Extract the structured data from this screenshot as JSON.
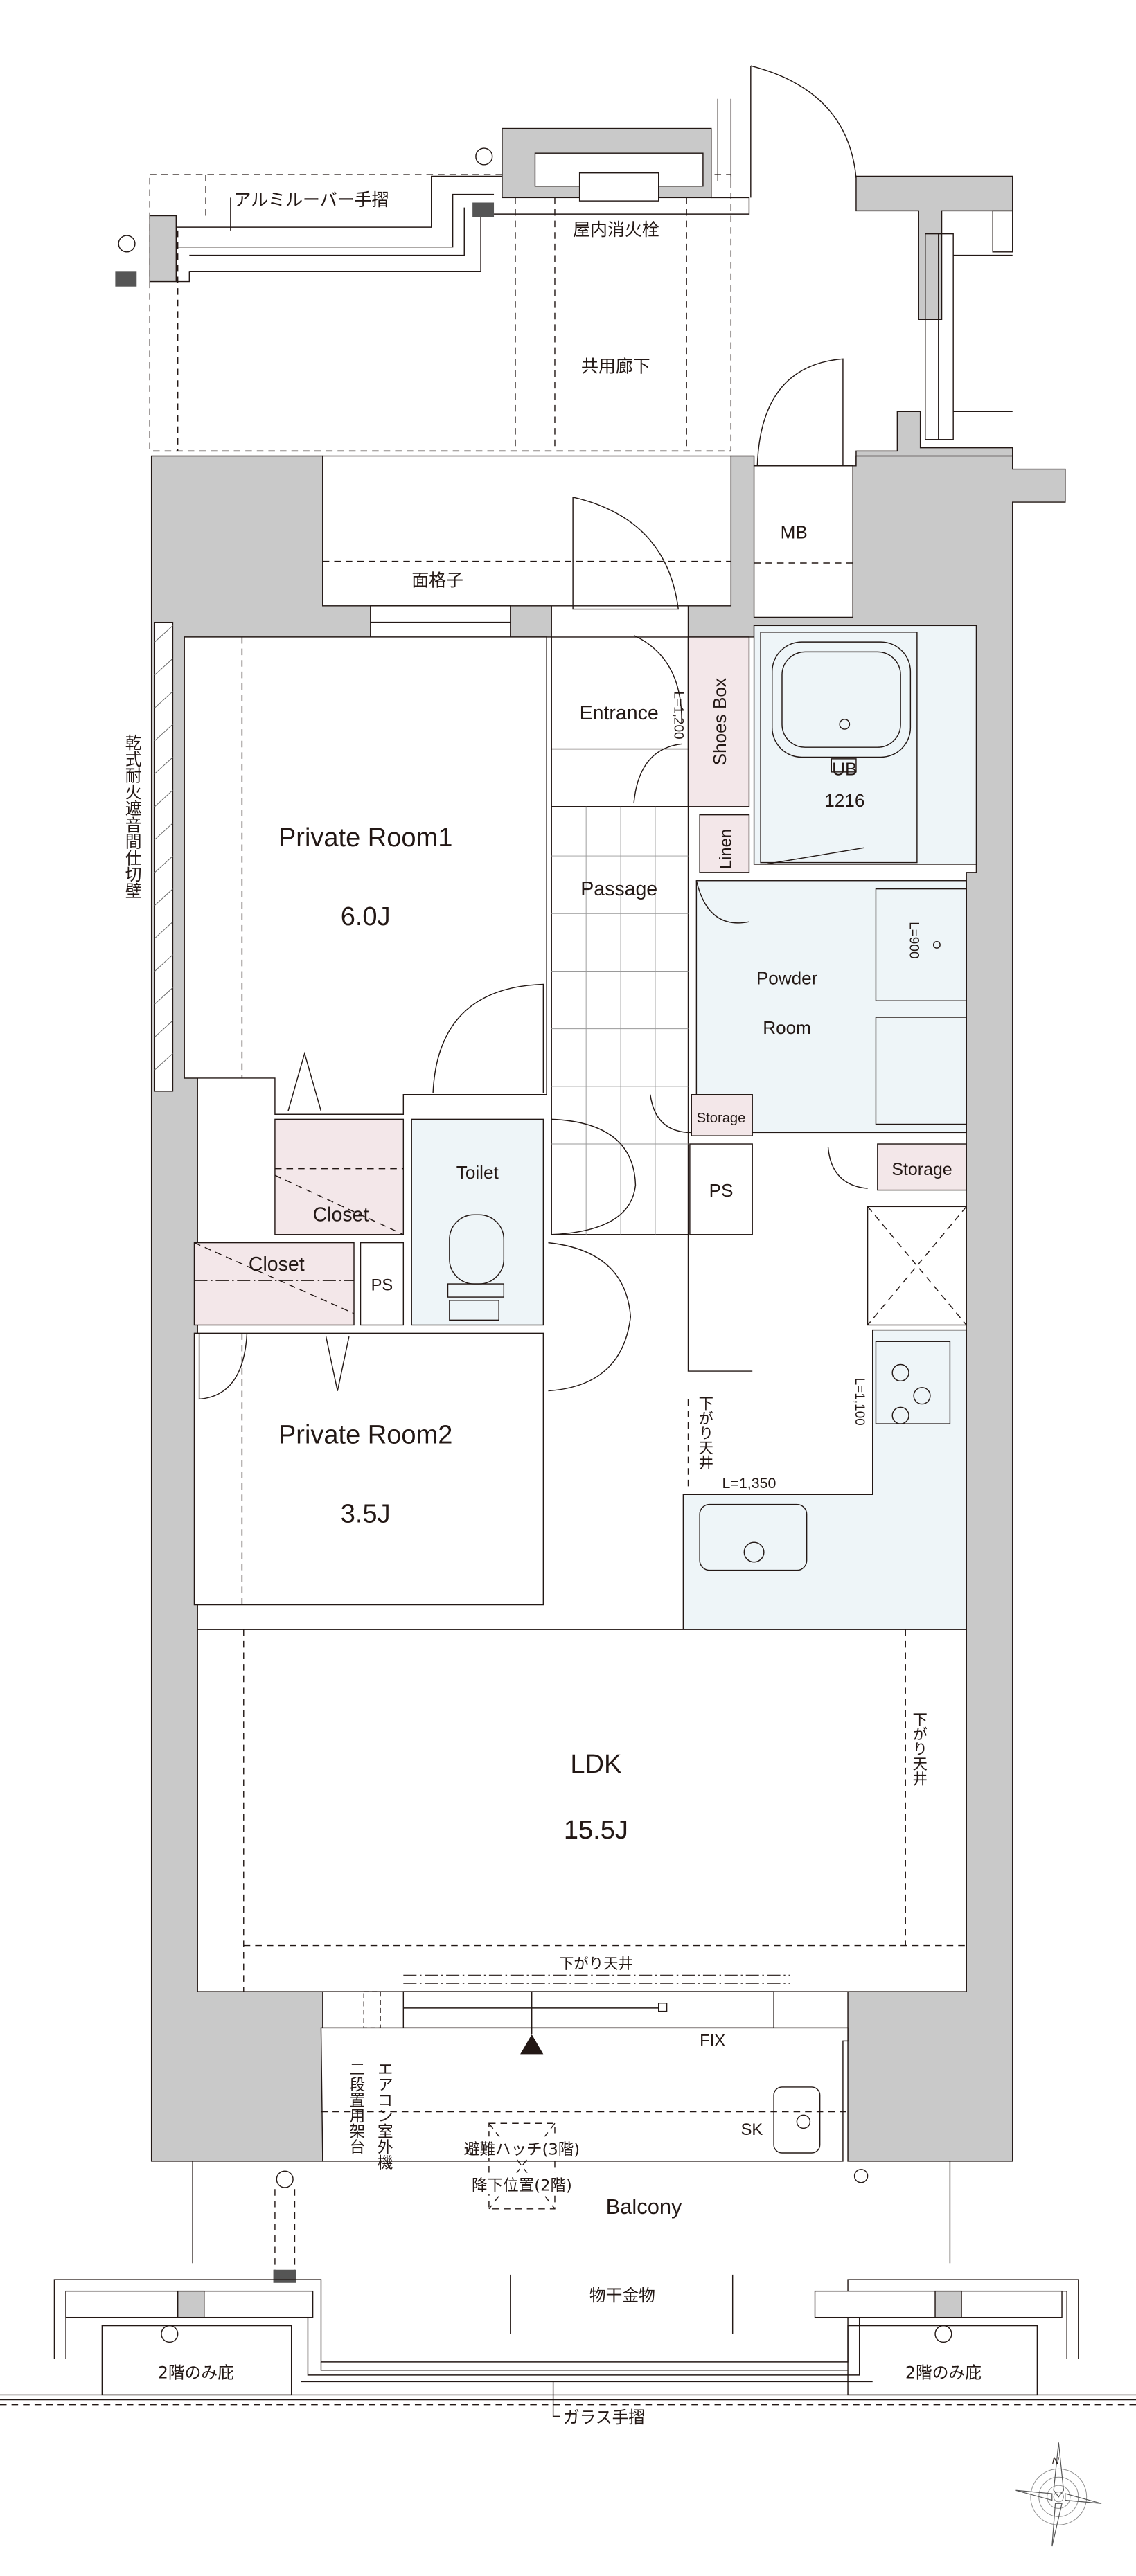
{
  "common_area": {
    "louver_rail": "アルミルーバー手摺",
    "fire_hydrant": "屋内消火栓",
    "corridor": "共用廊下",
    "meter_box": "MB",
    "window_grille": "面格子",
    "partition_wall": "乾式耐火遮音間仕切壁"
  },
  "rooms": {
    "private_room1": {
      "name": "Private Room1",
      "size": "6.0J"
    },
    "private_room2": {
      "name": "Private Room2",
      "size": "3.5J"
    },
    "ldk": {
      "name": "LDK",
      "size": "15.5J"
    },
    "entrance": "Entrance",
    "entrance_length": "L=1,200",
    "shoes_box": "Shoes Box",
    "unit_bath": {
      "name": "UB",
      "size": "1216"
    },
    "linen": "Linen",
    "passage": "Passage",
    "powder_room": {
      "line1": "Powder",
      "line2": "Room"
    },
    "vanity_length": "L=900",
    "storage_small": "Storage",
    "storage_kitchen": "Storage",
    "ps_hall": "PS",
    "ps_room": "PS",
    "toilet": "Toilet",
    "closet1": "Closet",
    "closet2": "Closet",
    "kitchen_counter_length": "L=1,350",
    "stove_length": "L=1,100",
    "lowered_ceiling_kitchen": "下がり天井",
    "lowered_ceiling_ldk_side": "下がり天井",
    "lowered_ceiling_ldk_bottom": "下がり天井"
  },
  "balcony": {
    "name": "Balcony",
    "fix_window": "FIX",
    "slop_sink": "SK",
    "ac_rack_line1": "エアコン室外機",
    "ac_rack_line2": "二段置用架台",
    "hatch_line1": "避難ハッチ(3階)",
    "hatch_line2": "降下位置(2階)",
    "laundry_hardware": "物干金物",
    "eave_left": "2階のみ庇",
    "eave_right": "2階のみ庇",
    "glass_railing": "ガラス手摺"
  },
  "compass": {
    "north_label": "N"
  }
}
